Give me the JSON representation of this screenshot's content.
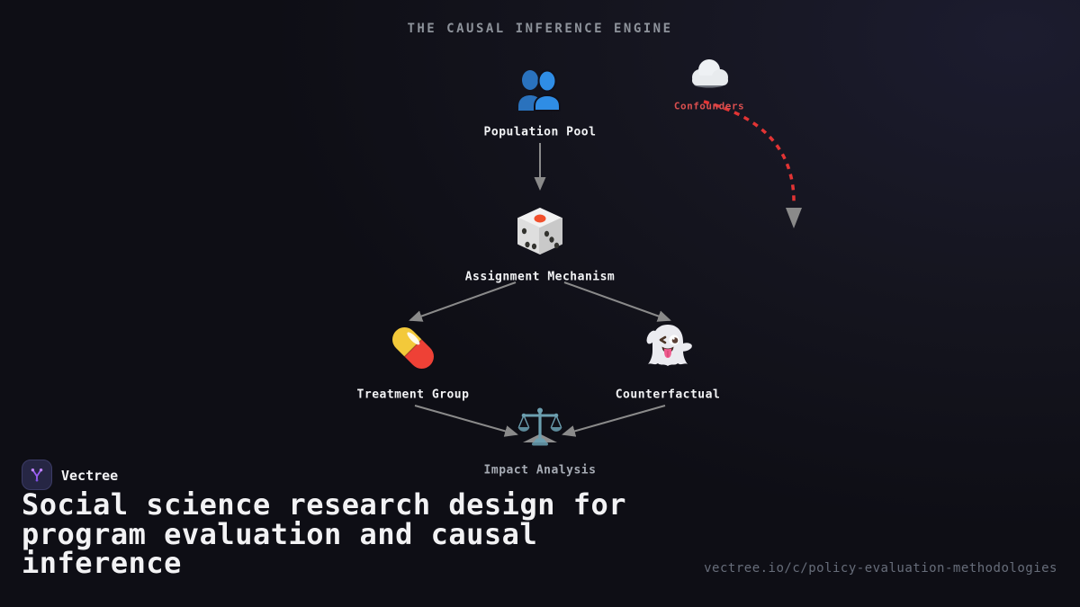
{
  "title": "THE CAUSAL INFERENCE ENGINE",
  "nodes": {
    "population": {
      "label": "Population Pool",
      "icon": "busts-icon"
    },
    "confounders": {
      "label": "Confounders",
      "icon": "cloud-icon"
    },
    "assignment": {
      "label": "Assignment Mechanism",
      "icon": "dice-icon"
    },
    "treatment": {
      "label": "Treatment Group",
      "icon": "pill-icon"
    },
    "counterfactual": {
      "label": "Counterfactual",
      "icon": "ghost-icon"
    },
    "impact": {
      "label": "Impact Analysis",
      "icon": "scales-icon"
    }
  },
  "edges": [
    {
      "from": "population",
      "to": "assignment",
      "style": "solid-gray-arrow"
    },
    {
      "from": "assignment",
      "to": "treatment",
      "style": "solid-gray-arrow"
    },
    {
      "from": "assignment",
      "to": "counterfactual",
      "style": "solid-gray-arrow"
    },
    {
      "from": "treatment",
      "to": "impact",
      "style": "solid-gray-arrow"
    },
    {
      "from": "counterfactual",
      "to": "impact",
      "style": "solid-gray-arrow"
    },
    {
      "from": "confounders",
      "to": "down-right",
      "style": "dashed-red-arrow"
    }
  ],
  "footer": {
    "brand": "Vectree",
    "headline": "Social science research design for program evaluation and causal inference",
    "url": "vectree.io/c/policy-evaluation-methodologies"
  },
  "colors": {
    "background": "#0e0e15",
    "title_text": "#8e939b",
    "node_label": "#f2f3f5",
    "impact_label": "#a6abb4",
    "confounder_red": "#d94f4f",
    "arrow_gray": "#8a8a8a",
    "dashed_red": "#e23434",
    "brand_purple": "#a06bf5"
  }
}
